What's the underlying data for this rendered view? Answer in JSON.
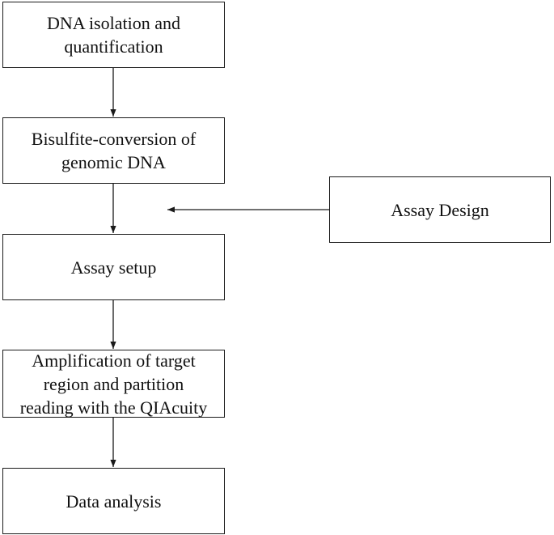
{
  "diagram": {
    "steps": [
      {
        "lines": [
          "DNA isolation and",
          "quantification"
        ]
      },
      {
        "lines": [
          "Bisulfite-conversion of",
          "genomic DNA"
        ]
      },
      {
        "lines": [
          "Assay setup"
        ]
      },
      {
        "lines": [
          "Amplification of target",
          "region and partition",
          "reading with the QIAcuity"
        ]
      },
      {
        "lines": [
          "Data analysis"
        ]
      }
    ],
    "side_input": {
      "lines": [
        "Assay Design"
      ]
    },
    "colors": {
      "stroke": "#1a1a1a",
      "background": "#ffffff",
      "text": "#111111"
    }
  }
}
